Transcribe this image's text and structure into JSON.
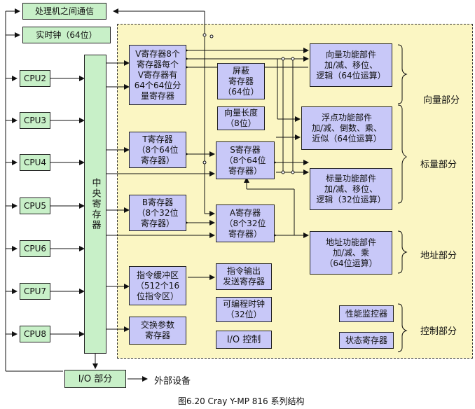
{
  "boxes": {
    "interproc": "处理机之间通信",
    "rtc": "实时钟（64位）",
    "cpu2": "CPU2",
    "cpu3": "CPU3",
    "cpu4": "CPU4",
    "cpu5": "CPU5",
    "cpu6": "CPU6",
    "cpu7": "CPU7",
    "cpu8": "CPU8",
    "central": "中央寄存器",
    "vreg": "V寄存器8个\n寄存器每个\nV寄存器有\n64个64位分\n量寄存器",
    "mask": "屏蔽\n寄存器\n（64位）",
    "veclen": "向量长度\n（8位）",
    "treg": "T寄存器\n（8个64位\n寄存器）",
    "sreg": "S寄存器\n（8个64位\n寄存器）",
    "breg": "B寄存器\n（8个32位\n寄存器）",
    "areg": "A寄存器\n（8个32位\n寄存器）",
    "ibuf": "指令缓冲区\n（512个16\n位指令区）",
    "iout": "指令输出\n发送寄存器",
    "prog_clock": "可编程时钟\n（32位）",
    "io_ctrl": "I/O  控制",
    "exch": "交换参数\n寄存器",
    "vfunc": "向量功能部件\n加/减、移位、\n逻辑（64位运算）",
    "fpfunc": "浮点功能部件\n加/减、倒数、乘、\n近似（64位运算）",
    "sfunc": "标量功能部件\n加/减、移位、\n逻辑（32位运算）",
    "afunc": "地址功能部件\n加/减、乘\n（64位运算）",
    "perf": "性能监控器",
    "status": "状态寄存器",
    "io": "I/O  部分"
  },
  "labels": {
    "vector": "向量部分",
    "scalar": "标量部分",
    "address": "地址部分",
    "control": "控制部分",
    "external": "外部设备",
    "caption": "图6.20  Cray Y-MP 816 系列结构"
  }
}
